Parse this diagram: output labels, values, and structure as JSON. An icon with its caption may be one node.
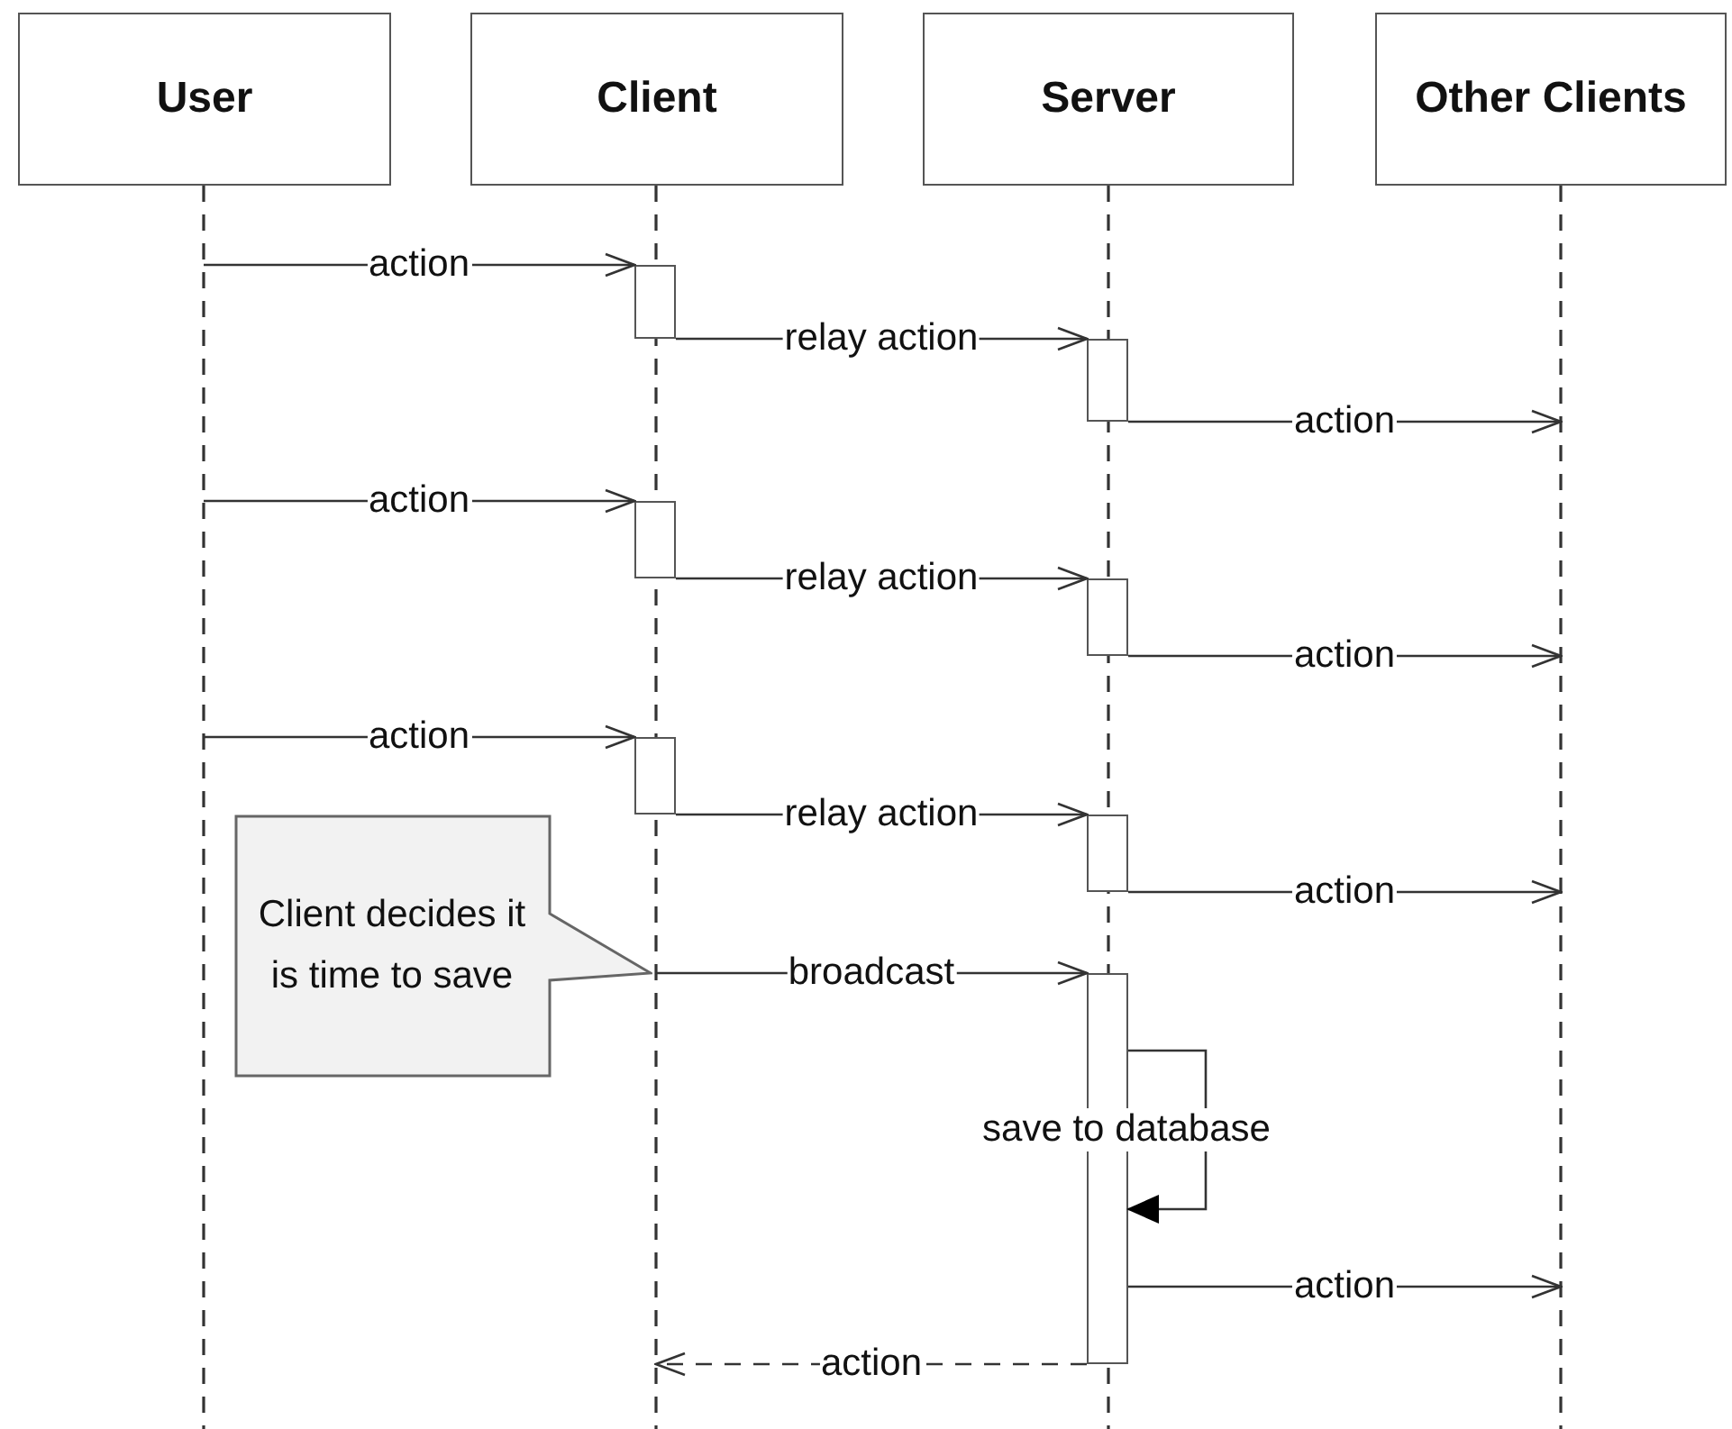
{
  "diagram": {
    "nodes": [
      {
        "text": [
          "User"
        ]
      },
      {
        "text": [
          "Client"
        ]
      },
      {
        "text": [
          "Server"
        ]
      },
      {
        "text": [
          "Other Clients"
        ]
      },
      {
        "text": [],
        "shape": "line"
      },
      {
        "text": [],
        "shape": "line"
      },
      {
        "text": [],
        "shape": "line"
      },
      {
        "text": [],
        "shape": "line"
      },
      {
        "text": [],
        "shape": "bar"
      },
      {
        "text": [],
        "shape": "bar"
      },
      {
        "text": [],
        "shape": "bar"
      },
      {
        "text": [],
        "shape": "bar"
      },
      {
        "text": [],
        "shape": "bar"
      },
      {
        "text": [],
        "shape": "bar"
      },
      {
        "text": [
          "Client decides it is time to save"
        ]
      },
      {
        "text": [],
        "shape": "bar"
      }
    ],
    "edges": [
      {
        "from": 4,
        "to": 8,
        "arrow": "to",
        "label": "action"
      },
      {
        "from": 8,
        "to": 9,
        "arrow": "to",
        "label": "relay action"
      },
      {
        "from": 9,
        "to": 7,
        "arrow": "to",
        "label": "action"
      },
      {
        "from": 4,
        "to": 10,
        "arrow": "to",
        "label": "action"
      },
      {
        "from": 10,
        "to": 11,
        "arrow": "to",
        "label": "relay action"
      },
      {
        "from": 11,
        "to": 7,
        "arrow": "to",
        "label": "action"
      },
      {
        "from": 4,
        "to": 12,
        "arrow": "to",
        "label": "action"
      },
      {
        "from": 12,
        "to": 13,
        "arrow": "to",
        "label": "relay action"
      },
      {
        "from": 13,
        "to": 7,
        "arrow": "to",
        "label": "action"
      },
      {
        "from": 5,
        "to": 15,
        "arrow": "to",
        "label": "broadcast"
      },
      {
        "from": 15,
        "to": 15,
        "arrow": "to",
        "label": "save to database"
      },
      {
        "from": 15,
        "to": 7,
        "arrow": "to",
        "label": "action"
      },
      {
        "from": 15,
        "to": 5,
        "arrow": "to",
        "label": "action",
        "style": "dashed"
      }
    ]
  }
}
